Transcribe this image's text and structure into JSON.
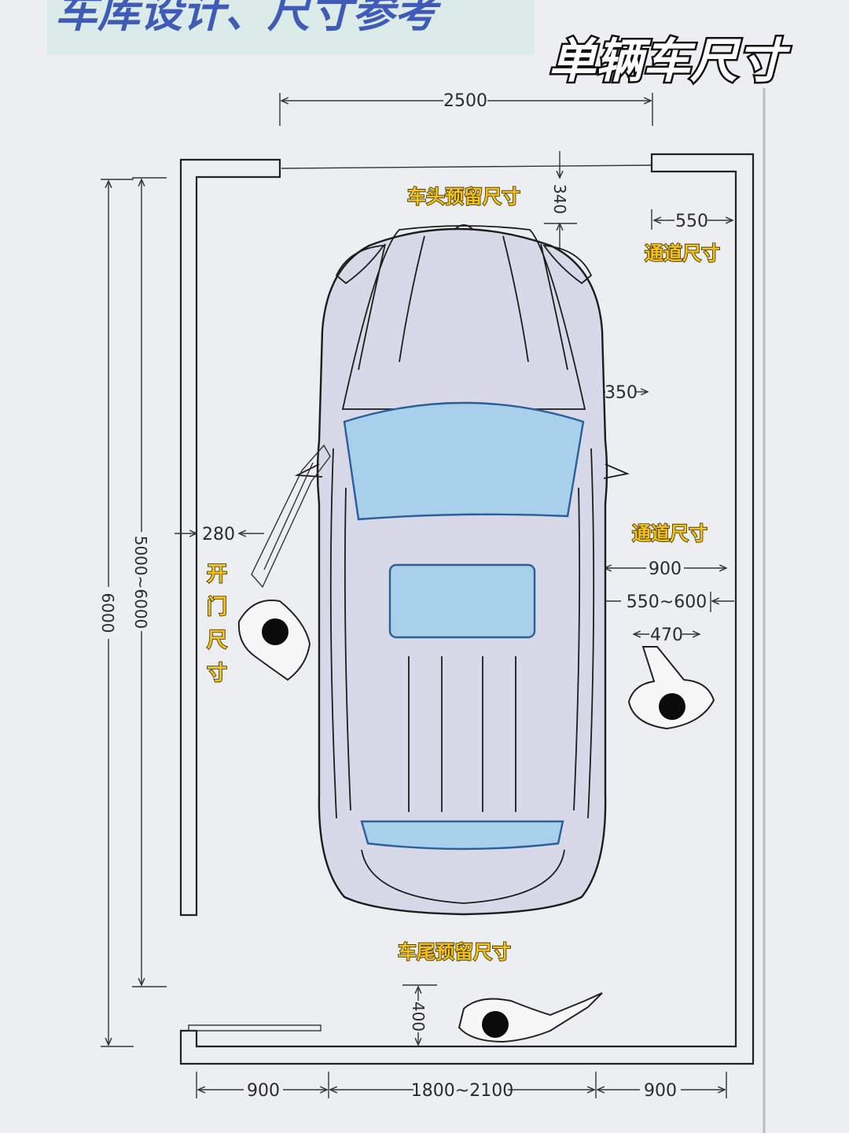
{
  "header": {
    "title": "车库设计、尺寸参考",
    "subtitle": "单辆车尺寸"
  },
  "labels": {
    "front_reserve": "车头预留尺寸",
    "aisle_top": "通道尺寸",
    "aisle_side": "通道尺寸",
    "door_open": [
      "开",
      "门",
      "尺",
      "寸"
    ],
    "rear_reserve": "车尾预留尺寸"
  },
  "dimensions": {
    "width_top": "2500",
    "front_gap": "340",
    "aisle_top": "550",
    "side_clear": "350",
    "door_left": "280",
    "aisle_900": "900",
    "aisle_550_600": "550~600",
    "person_470": "470",
    "length_inner": "5000~6000",
    "length_outer": "6000",
    "rear_gap": "400",
    "bottom_left": "900",
    "bottom_mid": "1800~2100",
    "bottom_right": "900"
  },
  "colors": {
    "label_fill": "#f2c21a",
    "title_blue": "#3f5bb5",
    "glass": "#a8d0ea",
    "car_body": "#d8d9e8"
  }
}
